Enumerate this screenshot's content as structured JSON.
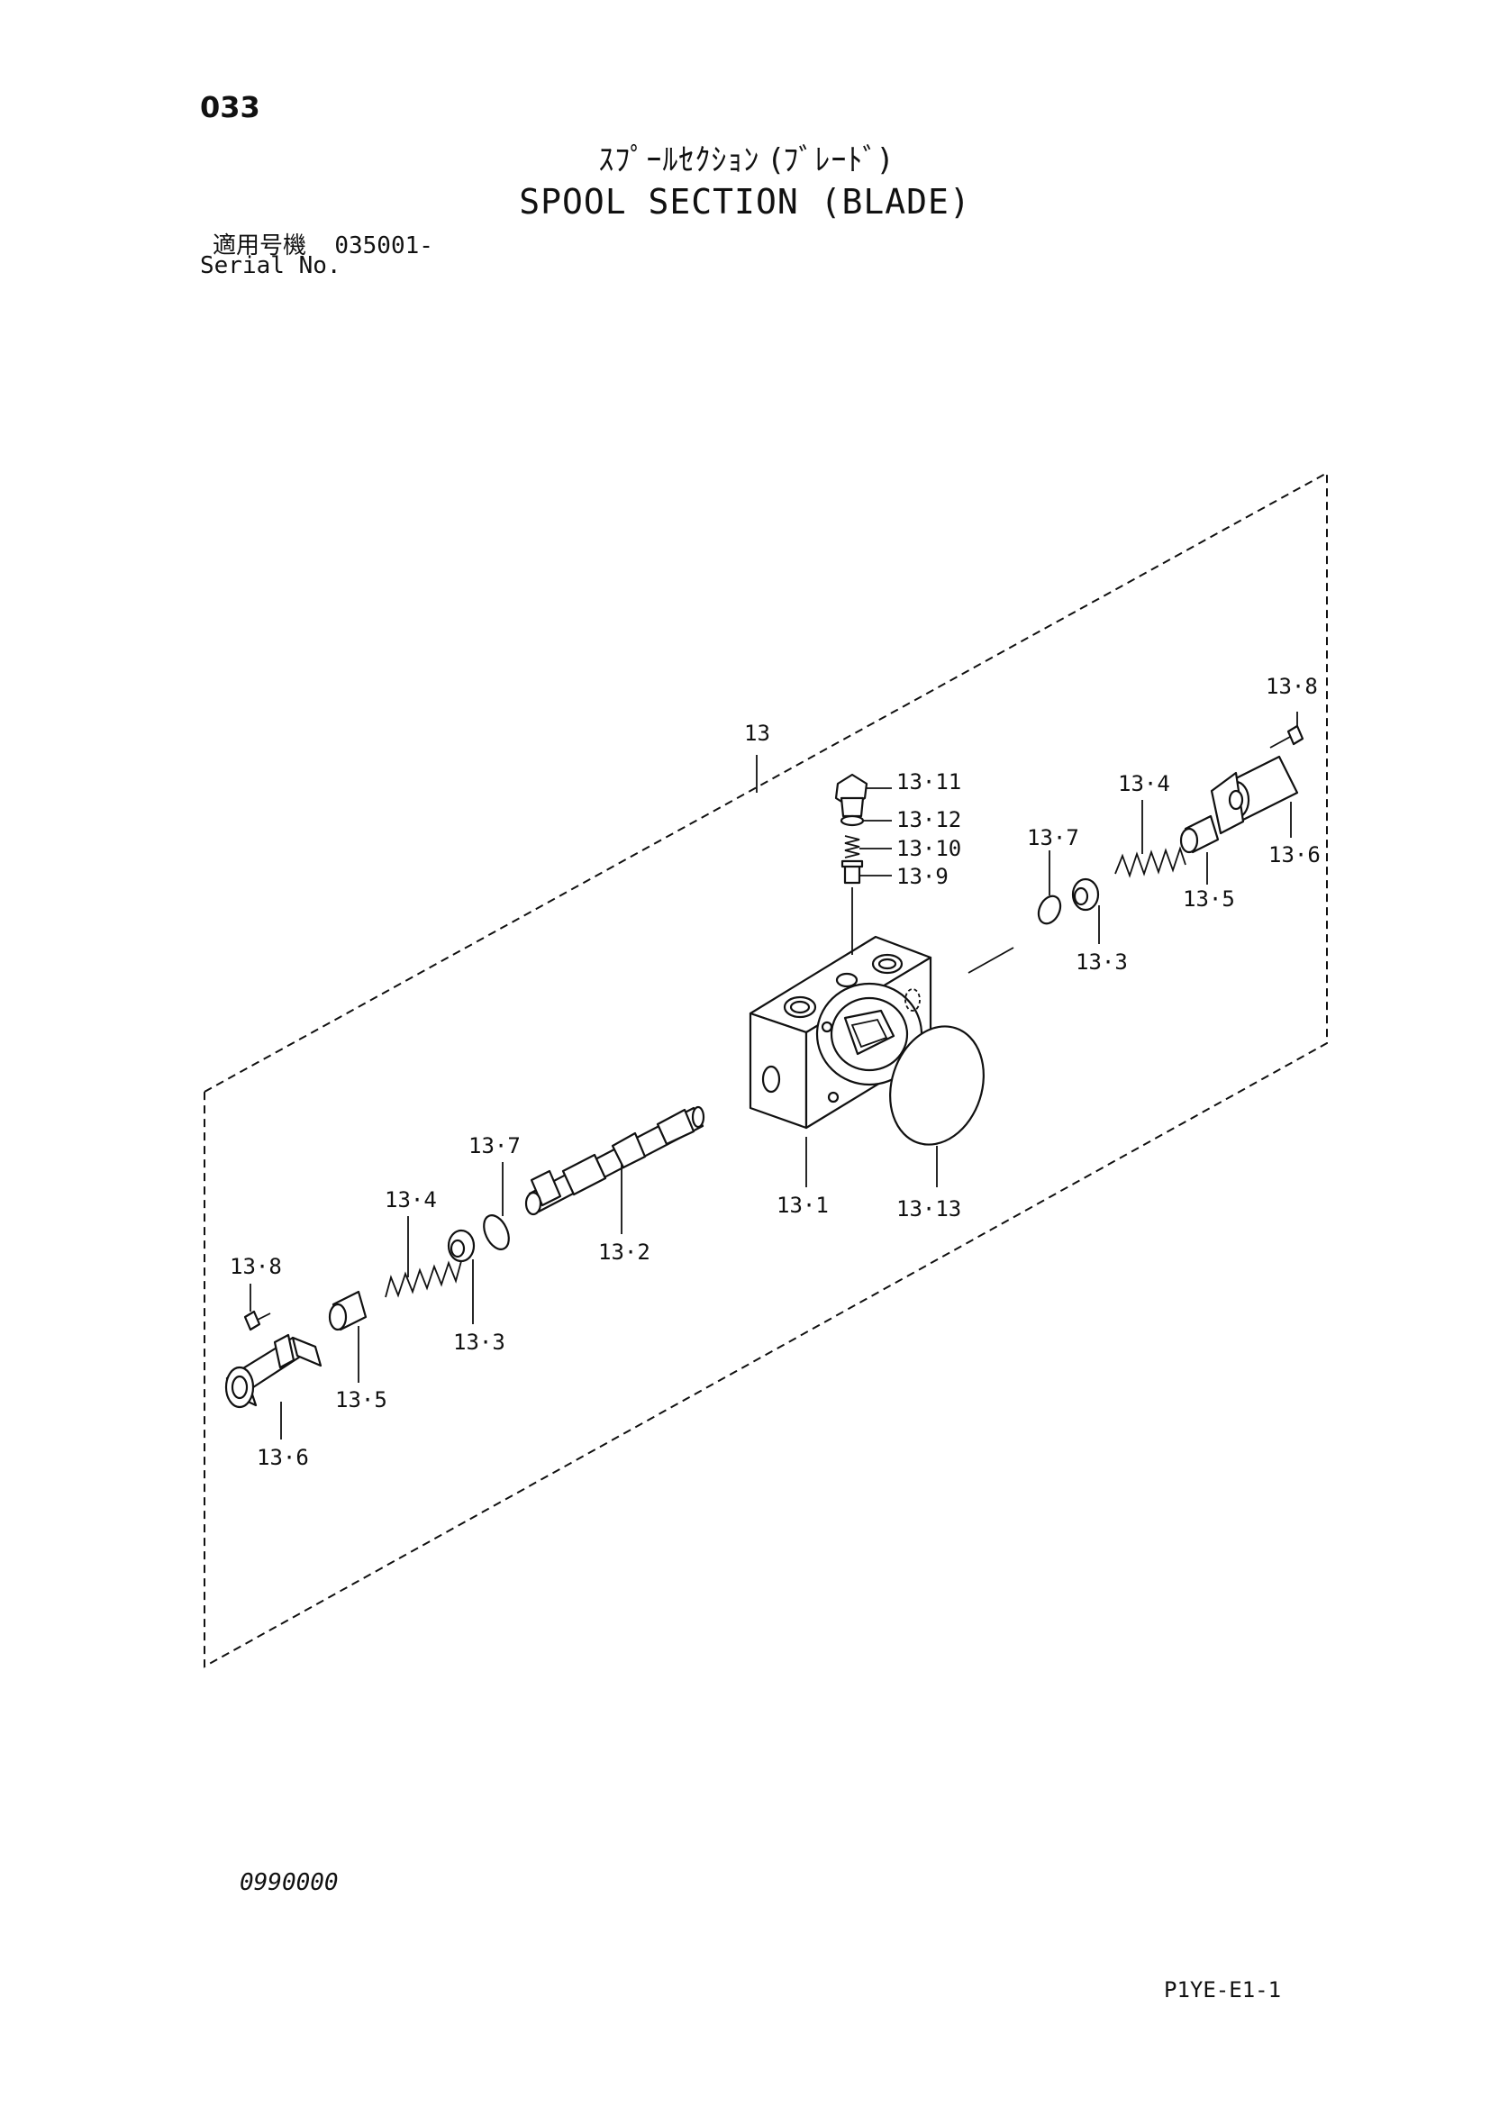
{
  "header": {
    "page_number": "033",
    "title_jp": "ｽﾌﾟｰﾙｾｸｼｮﾝ (ﾌﾞﾚｰﾄﾞ)",
    "title_en": "SPOOL SECTION (BLADE)",
    "serial_label_jp": "適用号機",
    "serial_value": "035001-",
    "serial_label_en": "Serial No."
  },
  "footer": {
    "drawing_code": "0990000",
    "sheet_ref": "P1YE-E1-1"
  },
  "callouts": {
    "assembly": "13",
    "body": "13·1",
    "spool": "13·2",
    "spring_seat_right": "13·3",
    "spring_seat_left": "13·3",
    "spring_right": "13·4",
    "spring_left": "13·4",
    "stopper_right": "13·5",
    "stopper_left": "13·5",
    "cap_right": "13·6",
    "cap_left": "13·6",
    "oring_right": "13·7",
    "oring_left": "13·7",
    "bolt_right": "13·8",
    "bolt_left": "13·8",
    "poppet": "13·9",
    "small_spring": "13·10",
    "plug": "13·11",
    "plug_oring": "13·12",
    "body_oring": "13·13"
  }
}
